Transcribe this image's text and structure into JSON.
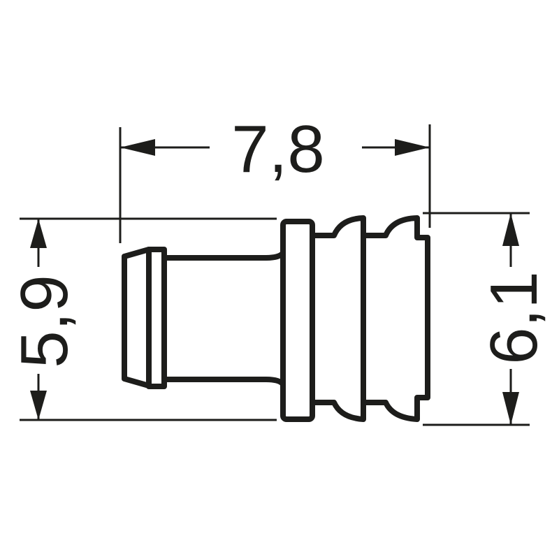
{
  "drawing": {
    "type": "technical dimension drawing",
    "subject": "single wire seal / grommet side view",
    "colors": {
      "line": "#1d1d1b",
      "background": "#ffffff"
    },
    "dimensions": {
      "overall_length": {
        "label": "7,8",
        "orientation": "horizontal",
        "position": "top"
      },
      "left_diameter": {
        "label": "5,9",
        "orientation": "vertical",
        "position": "left"
      },
      "right_diameter": {
        "label": "6,1",
        "orientation": "vertical",
        "position": "right"
      }
    }
  }
}
